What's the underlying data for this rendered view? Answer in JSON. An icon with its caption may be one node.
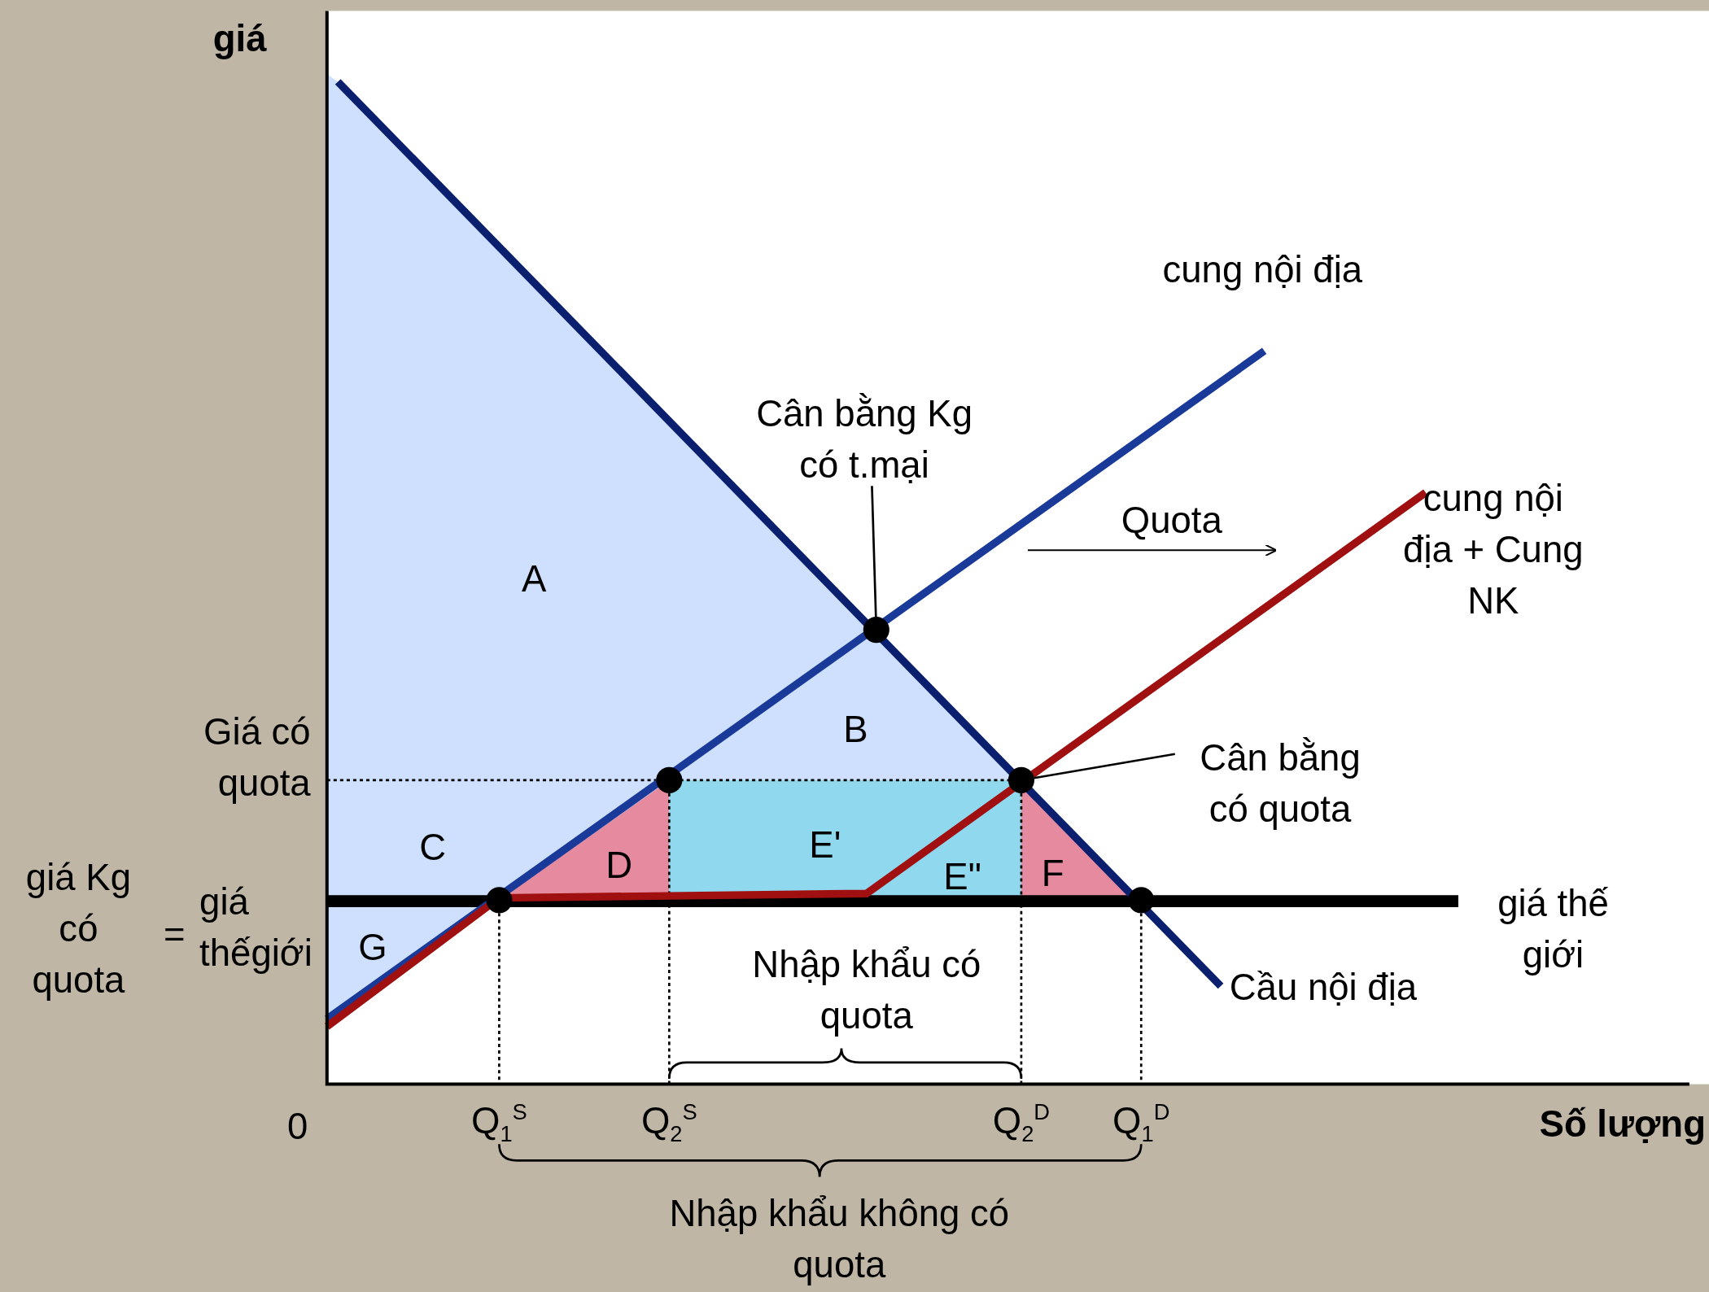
{
  "diagram": {
    "nodes": [
      {
        "text": [
          "Cân bằng Kg có t.mại"
        ]
      },
      {
        "text": [],
        "shape": "circle"
      },
      {
        "text": [
          "Cân bằng có quota"
        ]
      },
      {
        "text": [],
        "shape": "circle"
      },
      {
        "text": [],
        "shape": "circle"
      },
      {
        "text": [],
        "shape": "circle"
      },
      {
        "text": [],
        "shape": "circle"
      }
    ],
    "edges": [
      {
        "from": 0,
        "to": 1,
        "arrow": "none"
      },
      {
        "from": 2,
        "to": 3,
        "arrow": "none"
      }
    ],
    "labels": [
      "giá",
      "cung nội địa",
      "Quota",
      "cung nội địa + Cung NK",
      "A",
      "B",
      "Giá có quota",
      "C",
      "E'",
      "D",
      "E\"",
      "F",
      "giá Kg có quota",
      "=",
      "giá thếgiới",
      "G",
      "giá thế giới",
      "Nhập khẩu có quota",
      "Cầu nội địa",
      "0",
      "Q$_{1}$$^{S}$",
      "Q$_{2}$$^{S}$",
      "Q$_{2}$$^{D}$",
      "Q$_{1}$$^{D}$",
      "Số lượng",
      "Nhập khẩu không có quota"
    ]
  }
}
